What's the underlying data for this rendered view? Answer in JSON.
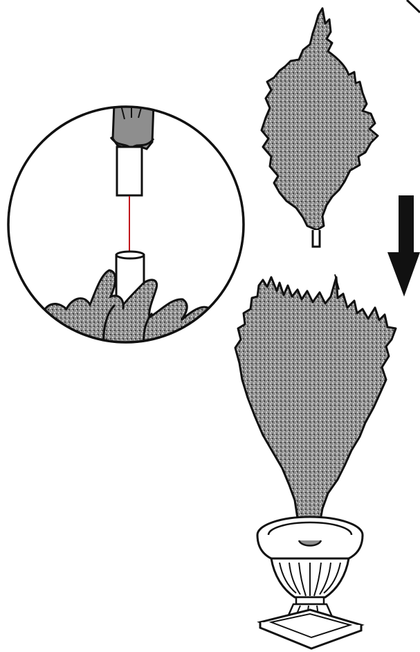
{
  "diagram": {
    "kind": "assembly-instruction",
    "steps": [
      {
        "part": "top-tree-section",
        "action": "insert-pole-into-socket"
      },
      {
        "part": "bottom-tree-section",
        "mounted_in": "urn-planter"
      }
    ],
    "colors": {
      "outline": "#111111",
      "foliage_fill": "#8e8e8e",
      "foliage_speckle_light": "#ffffff",
      "foliage_speckle_dark": "#3a3a3a",
      "alignment_line": "#c0171c",
      "arrow": "#111111"
    },
    "icons": {
      "direction_arrow": "arrow-down-icon",
      "detail_view": "magnifier-circle"
    }
  }
}
